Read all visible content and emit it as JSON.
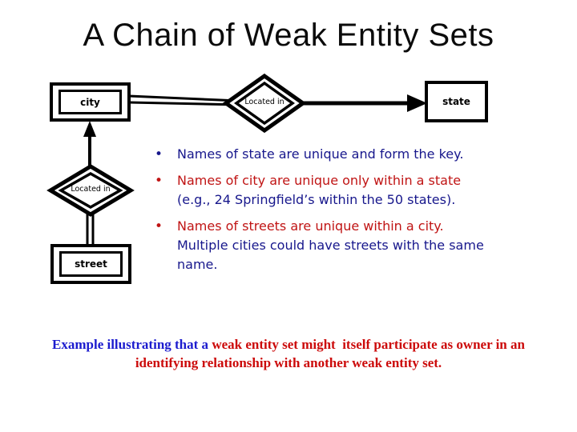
{
  "slide": {
    "title": "A Chain of Weak Entity Sets"
  },
  "diagram": {
    "entities": [
      {
        "id": "city",
        "label": "city",
        "type": "weak-entity-set"
      },
      {
        "id": "state",
        "label": "state",
        "type": "entity-set"
      },
      {
        "id": "street",
        "label": "street",
        "type": "weak-entity-set"
      }
    ],
    "relationships": [
      {
        "id": "located-in-city-state",
        "label": "Located in",
        "type": "supporting-relationship"
      },
      {
        "id": "located-in-street-city",
        "label": "Located in",
        "type": "supporting-relationship"
      }
    ]
  },
  "bullets": {
    "items": [
      {
        "marker": "•",
        "marker_color": "navy",
        "lines": [
          {
            "text": "Names of state are unique and form the key.",
            "color": "navy"
          }
        ]
      },
      {
        "marker": "•",
        "marker_color": "red",
        "lines": [
          {
            "text": "Names of city are unique only within a state",
            "color": "red"
          },
          {
            "text": "(e.g., 24 Springfield’s within the 50 states).",
            "color": "navy"
          }
        ]
      },
      {
        "marker": "•",
        "marker_color": "red",
        "lines": [
          {
            "text": "Names of streets are unique within a city.",
            "color": "red"
          },
          {
            "text": "Multiple cities could have streets with the same",
            "color": "navy"
          },
          {
            "text": "name.",
            "color": "navy"
          }
        ]
      }
    ]
  },
  "footnote": {
    "line1_blue": "Example illustrating that a ",
    "line1_red": "weak entity set might  itself participate as owner in an",
    "line2_red": "identifying relationship with another weak entity set."
  },
  "colors": {
    "navy": "#17178C",
    "red": "#C01414",
    "footnote_blue": "#1B1BCE",
    "footnote_red": "#CC0A0A",
    "ink": "#000000"
  }
}
